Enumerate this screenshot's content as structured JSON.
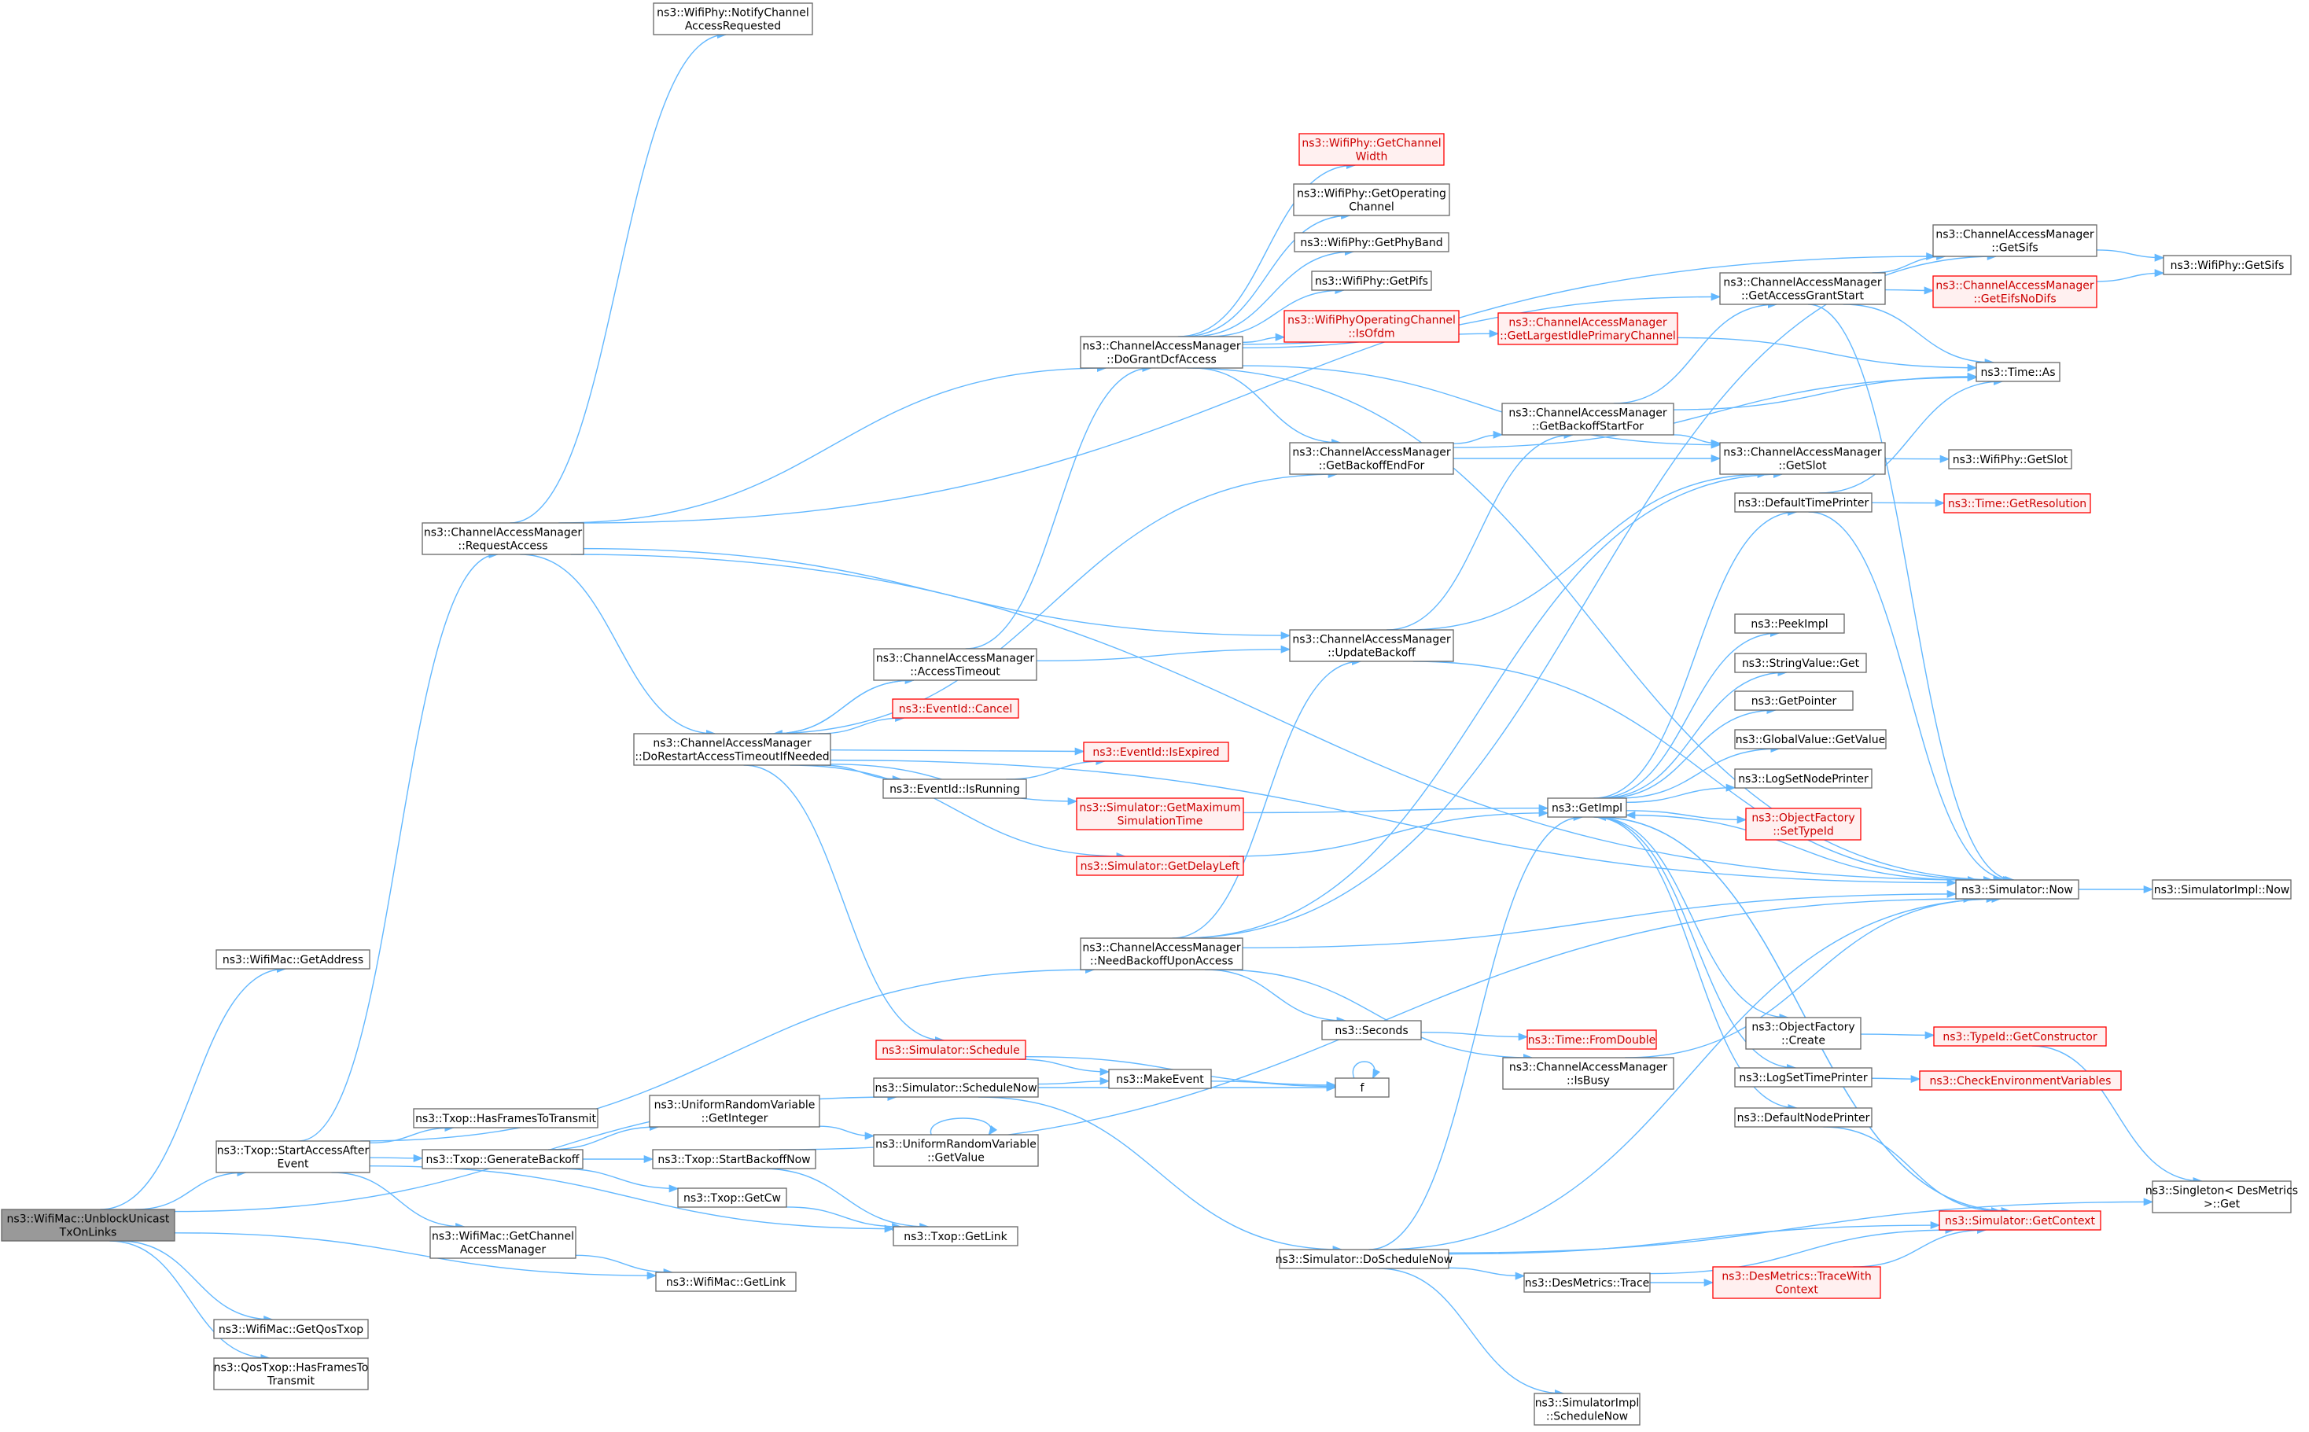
{
  "nodes": [
    {
      "id": "root",
      "lines": [
        "ns3::WifiMac::UnblockUnicast",
        "TxOnLinks"
      ],
      "kind": "root"
    },
    {
      "id": "getAddress",
      "lines": [
        "ns3::WifiMac::GetAddress"
      ]
    },
    {
      "id": "startAccess",
      "lines": [
        "ns3::Txop::StartAccessAfter",
        "Event"
      ]
    },
    {
      "id": "getQosTxop",
      "lines": [
        "ns3::WifiMac::GetQosTxop"
      ]
    },
    {
      "id": "qosHasFrames",
      "lines": [
        "ns3::QosTxop::HasFramesTo",
        "Transmit"
      ]
    },
    {
      "id": "getChannelAM",
      "lines": [
        "ns3::WifiMac::GetChannel",
        "AccessManager"
      ]
    },
    {
      "id": "getLink",
      "lines": [
        "ns3::WifiMac::GetLink"
      ]
    },
    {
      "id": "hasFrames",
      "lines": [
        "ns3::Txop::HasFramesToTransmit"
      ]
    },
    {
      "id": "genBackoff",
      "lines": [
        "ns3::Txop::GenerateBackoff"
      ]
    },
    {
      "id": "requestAccess",
      "lines": [
        "ns3::ChannelAccessManager",
        "::RequestAccess"
      ]
    },
    {
      "id": "notifyChannel",
      "lines": [
        "ns3::WifiPhy::NotifyChannel",
        "AccessRequested"
      ]
    },
    {
      "id": "doRestart",
      "lines": [
        "ns3::ChannelAccessManager",
        "::DoRestartAccessTimeoutIfNeeded"
      ]
    },
    {
      "id": "uniGetInt",
      "lines": [
        "ns3::UniformRandomVariable",
        "::GetInteger"
      ]
    },
    {
      "id": "uniGetValue",
      "lines": [
        "ns3::UniformRandomVariable",
        "::GetValue"
      ]
    },
    {
      "id": "startBackoffNow",
      "lines": [
        "ns3::Txop::StartBackoffNow"
      ]
    },
    {
      "id": "getCw",
      "lines": [
        "ns3::Txop::GetCw"
      ]
    },
    {
      "id": "txopGetLink",
      "lines": [
        "ns3::Txop::GetLink"
      ]
    },
    {
      "id": "accessTimeout",
      "lines": [
        "ns3::ChannelAccessManager",
        "::AccessTimeout"
      ]
    },
    {
      "id": "eventCancel",
      "lines": [
        "ns3::EventId::Cancel"
      ],
      "kind": "red"
    },
    {
      "id": "eventIsExpired",
      "lines": [
        "ns3::EventId::IsExpired"
      ],
      "kind": "red"
    },
    {
      "id": "eventIsRunning",
      "lines": [
        "ns3::EventId::IsRunning"
      ]
    },
    {
      "id": "simSchedule",
      "lines": [
        "ns3::Simulator::Schedule"
      ],
      "kind": "red"
    },
    {
      "id": "simScheduleNow",
      "lines": [
        "ns3::Simulator::ScheduleNow"
      ]
    },
    {
      "id": "doGrant",
      "lines": [
        "ns3::ChannelAccessManager",
        "::DoGrantDcfAccess"
      ]
    },
    {
      "id": "needBackoff",
      "lines": [
        "ns3::ChannelAccessManager",
        "::NeedBackoffUponAccess"
      ]
    },
    {
      "id": "simGetMax",
      "lines": [
        "ns3::Simulator::GetMaximum",
        "SimulationTime"
      ],
      "kind": "red"
    },
    {
      "id": "simGetDelay",
      "lines": [
        "ns3::Simulator::GetDelayLeft"
      ],
      "kind": "red"
    },
    {
      "id": "makeEvent",
      "lines": [
        "ns3::MakeEvent"
      ]
    },
    {
      "id": "simDoSchedNow",
      "lines": [
        "ns3::Simulator::DoScheduleNow"
      ]
    },
    {
      "id": "phyGetWidth",
      "lines": [
        "ns3::WifiPhy::GetChannel",
        "Width"
      ],
      "kind": "red"
    },
    {
      "id": "phyGetOpCh",
      "lines": [
        "ns3::WifiPhy::GetOperating",
        "Channel"
      ]
    },
    {
      "id": "phyGetBand",
      "lines": [
        "ns3::WifiPhy::GetPhyBand"
      ]
    },
    {
      "id": "phyGetPifs",
      "lines": [
        "ns3::WifiPhy::GetPifs"
      ]
    },
    {
      "id": "opIsOfdm",
      "lines": [
        "ns3::WifiPhyOperatingChannel",
        "::IsOfdm"
      ],
      "kind": "red"
    },
    {
      "id": "getBackoffEnd",
      "lines": [
        "ns3::ChannelAccessManager",
        "::GetBackoffEndFor"
      ]
    },
    {
      "id": "updateBackoff",
      "lines": [
        "ns3::ChannelAccessManager",
        "::UpdateBackoff"
      ]
    },
    {
      "id": "getLargestIdle",
      "lines": [
        "ns3::ChannelAccessManager",
        "::GetLargestIdlePrimaryChannel"
      ],
      "kind": "red"
    },
    {
      "id": "getBackoffStart",
      "lines": [
        "ns3::ChannelAccessManager",
        "::GetBackoffStartFor"
      ]
    },
    {
      "id": "seconds",
      "lines": [
        "ns3::Seconds"
      ]
    },
    {
      "id": "isBusy",
      "lines": [
        "ns3::ChannelAccessManager",
        "::IsBusy"
      ]
    },
    {
      "id": "getImpl",
      "lines": [
        "ns3::GetImpl"
      ]
    },
    {
      "id": "desTrace",
      "lines": [
        "ns3::DesMetrics::Trace"
      ]
    },
    {
      "id": "desTraceCtx",
      "lines": [
        "ns3::DesMetrics::TraceWith",
        "Context"
      ],
      "kind": "red"
    },
    {
      "id": "simImplSched",
      "lines": [
        "ns3::SimulatorImpl",
        "::ScheduleNow"
      ]
    },
    {
      "id": "timeFromDouble",
      "lines": [
        "ns3::Time::FromDouble"
      ],
      "kind": "red"
    },
    {
      "id": "fNode",
      "lines": [
        "f"
      ]
    },
    {
      "id": "getAccessGrant",
      "lines": [
        "ns3::ChannelAccessManager",
        "::GetAccessGrantStart"
      ]
    },
    {
      "id": "getSifs",
      "lines": [
        "ns3::ChannelAccessManager",
        "::GetSifs"
      ]
    },
    {
      "id": "getEifs",
      "lines": [
        "ns3::ChannelAccessManager",
        "::GetEifsNoDifs"
      ],
      "kind": "red"
    },
    {
      "id": "timeAs",
      "lines": [
        "ns3::Time::As"
      ]
    },
    {
      "id": "getSlot",
      "lines": [
        "ns3::ChannelAccessManager",
        "::GetSlot"
      ]
    },
    {
      "id": "defTimePrinter",
      "lines": [
        "ns3::DefaultTimePrinter"
      ]
    },
    {
      "id": "peekImpl",
      "lines": [
        "ns3::PeekImpl"
      ]
    },
    {
      "id": "strValGet",
      "lines": [
        "ns3::StringValue::Get"
      ]
    },
    {
      "id": "getPointer",
      "lines": [
        "ns3::GetPointer"
      ]
    },
    {
      "id": "globalGetVal",
      "lines": [
        "ns3::GlobalValue::GetValue"
      ]
    },
    {
      "id": "logSetNode",
      "lines": [
        "ns3::LogSetNodePrinter"
      ]
    },
    {
      "id": "objSetTypeId",
      "lines": [
        "ns3::ObjectFactory",
        "::SetTypeId"
      ],
      "kind": "red"
    },
    {
      "id": "objCreate",
      "lines": [
        "ns3::ObjectFactory",
        "::Create"
      ]
    },
    {
      "id": "logSetTime",
      "lines": [
        "ns3::LogSetTimePrinter"
      ]
    },
    {
      "id": "defNodePrinter",
      "lines": [
        "ns3::DefaultNodePrinter"
      ]
    },
    {
      "id": "simGetContext",
      "lines": [
        "ns3::Simulator::GetContext"
      ],
      "kind": "red"
    },
    {
      "id": "simNow",
      "lines": [
        "ns3::Simulator::Now"
      ]
    },
    {
      "id": "typeIdGetCtor",
      "lines": [
        "ns3::TypeId::GetConstructor"
      ],
      "kind": "red"
    },
    {
      "id": "checkEnv",
      "lines": [
        "ns3::CheckEnvironmentVariables"
      ],
      "kind": "red"
    },
    {
      "id": "phyGetSifs",
      "lines": [
        "ns3::WifiPhy::GetSifs"
      ]
    },
    {
      "id": "phyGetSlot",
      "lines": [
        "ns3::WifiPhy::GetSlot"
      ]
    },
    {
      "id": "timeGetRes",
      "lines": [
        "ns3::Time::GetResolution"
      ],
      "kind": "red"
    },
    {
      "id": "simImplNow",
      "lines": [
        "ns3::SimulatorImpl::Now"
      ]
    },
    {
      "id": "singletonGet",
      "lines": [
        "ns3::Singleton< DesMetrics",
        ">::Get"
      ]
    }
  ],
  "edges": [
    [
      "root",
      "getAddress"
    ],
    [
      "root",
      "startAccess"
    ],
    [
      "root",
      "getQosTxop"
    ],
    [
      "root",
      "qosHasFrames"
    ],
    [
      "root",
      "getLink"
    ],
    [
      "root",
      "simScheduleNow"
    ],
    [
      "startAccess",
      "requestAccess"
    ],
    [
      "startAccess",
      "needBackoff"
    ],
    [
      "startAccess",
      "hasFrames"
    ],
    [
      "startAccess",
      "genBackoff"
    ],
    [
      "startAccess",
      "getChannelAM"
    ],
    [
      "startAccess",
      "txopGetLink"
    ],
    [
      "getChannelAM",
      "getLink"
    ],
    [
      "genBackoff",
      "uniGetInt"
    ],
    [
      "genBackoff",
      "startBackoffNow"
    ],
    [
      "genBackoff",
      "getCw"
    ],
    [
      "uniGetInt",
      "uniGetValue"
    ],
    [
      "uniGetValue",
      "uniGetValue"
    ],
    [
      "startBackoffNow",
      "txopGetLink"
    ],
    [
      "startBackoffNow",
      "simNow"
    ],
    [
      "getCw",
      "txopGetLink"
    ],
    [
      "requestAccess",
      "notifyChannel"
    ],
    [
      "requestAccess",
      "getSifs"
    ],
    [
      "requestAccess",
      "doGrant"
    ],
    [
      "requestAccess",
      "simNow"
    ],
    [
      "requestAccess",
      "updateBackoff"
    ],
    [
      "requestAccess",
      "doRestart"
    ],
    [
      "doRestart",
      "getBackoffEnd"
    ],
    [
      "doRestart",
      "accessTimeout"
    ],
    [
      "doRestart",
      "eventCancel"
    ],
    [
      "doRestart",
      "eventIsExpired"
    ],
    [
      "doRestart",
      "eventIsRunning"
    ],
    [
      "doRestart",
      "simGetMax"
    ],
    [
      "doRestart",
      "simGetDelay"
    ],
    [
      "doRestart",
      "simNow"
    ],
    [
      "doRestart",
      "simSchedule"
    ],
    [
      "eventIsRunning",
      "eventIsExpired"
    ],
    [
      "accessTimeout",
      "doRestart"
    ],
    [
      "accessTimeout",
      "doGrant"
    ],
    [
      "accessTimeout",
      "updateBackoff"
    ],
    [
      "doGrant",
      "getAccessGrant"
    ],
    [
      "doGrant",
      "phyGetWidth"
    ],
    [
      "doGrant",
      "phyGetOpCh"
    ],
    [
      "doGrant",
      "phyGetBand"
    ],
    [
      "doGrant",
      "phyGetPifs"
    ],
    [
      "doGrant",
      "opIsOfdm"
    ],
    [
      "doGrant",
      "getLargestIdle"
    ],
    [
      "doGrant",
      "getBackoffEnd"
    ],
    [
      "doGrant",
      "getSlot"
    ],
    [
      "doGrant",
      "simNow"
    ],
    [
      "needBackoff",
      "getSifs"
    ],
    [
      "needBackoff",
      "updateBackoff"
    ],
    [
      "needBackoff",
      "simNow"
    ],
    [
      "needBackoff",
      "isBusy"
    ],
    [
      "needBackoff",
      "seconds"
    ],
    [
      "needBackoff",
      "getSlot"
    ],
    [
      "simGetMax",
      "getImpl"
    ],
    [
      "simGetDelay",
      "getImpl"
    ],
    [
      "simSchedule",
      "makeEvent"
    ],
    [
      "simSchedule",
      "fNode"
    ],
    [
      "simScheduleNow",
      "makeEvent"
    ],
    [
      "simScheduleNow",
      "fNode"
    ],
    [
      "simScheduleNow",
      "simDoSchedNow"
    ],
    [
      "makeEvent",
      "fNode"
    ],
    [
      "fNode",
      "fNode"
    ],
    [
      "simDoSchedNow",
      "getImpl"
    ],
    [
      "simDoSchedNow",
      "desTrace"
    ],
    [
      "simDoSchedNow",
      "simImplSched"
    ],
    [
      "simDoSchedNow",
      "simGetContext"
    ],
    [
      "simDoSchedNow",
      "singletonGet"
    ],
    [
      "simDoSchedNow",
      "simNow"
    ],
    [
      "desTrace",
      "desTraceCtx"
    ],
    [
      "desTrace",
      "simGetContext"
    ],
    [
      "desTraceCtx",
      "simGetContext"
    ],
    [
      "seconds",
      "timeFromDouble"
    ],
    [
      "isBusy",
      "simNow"
    ],
    [
      "getBackoffEnd",
      "getBackoffStart"
    ],
    [
      "getBackoffEnd",
      "getSlot"
    ],
    [
      "getBackoffEnd",
      "timeAs"
    ],
    [
      "getBackoffStart",
      "getAccessGrant"
    ],
    [
      "getBackoffStart",
      "getSlot"
    ],
    [
      "getBackoffStart",
      "timeAs"
    ],
    [
      "updateBackoff",
      "getBackoffStart"
    ],
    [
      "updateBackoff",
      "getSlot"
    ],
    [
      "updateBackoff",
      "simNow"
    ],
    [
      "getLargestIdle",
      "timeAs"
    ],
    [
      "getAccessGrant",
      "getSifs"
    ],
    [
      "getAccessGrant",
      "getEifs"
    ],
    [
      "getAccessGrant",
      "timeAs"
    ],
    [
      "getAccessGrant",
      "simNow"
    ],
    [
      "getSifs",
      "phyGetSifs"
    ],
    [
      "getEifs",
      "phyGetSifs"
    ],
    [
      "getSlot",
      "phyGetSlot"
    ],
    [
      "defTimePrinter",
      "timeAs"
    ],
    [
      "defTimePrinter",
      "timeGetRes"
    ],
    [
      "defTimePrinter",
      "simNow"
    ],
    [
      "getImpl",
      "defTimePrinter"
    ],
    [
      "getImpl",
      "peekImpl"
    ],
    [
      "getImpl",
      "strValGet"
    ],
    [
      "getImpl",
      "getPointer"
    ],
    [
      "getImpl",
      "globalGetVal"
    ],
    [
      "getImpl",
      "logSetNode"
    ],
    [
      "getImpl",
      "objSetTypeId"
    ],
    [
      "getImpl",
      "objCreate"
    ],
    [
      "getImpl",
      "logSetTime"
    ],
    [
      "getImpl",
      "defNodePrinter"
    ],
    [
      "getImpl",
      "simGetContext"
    ],
    [
      "objCreate",
      "typeIdGetCtor"
    ],
    [
      "logSetTime",
      "checkEnv"
    ],
    [
      "defNodePrinter",
      "simGetContext"
    ],
    [
      "simGetContext",
      "getImpl"
    ],
    [
      "simNow",
      "getImpl"
    ],
    [
      "simNow",
      "simImplNow"
    ],
    [
      "typeIdGetCtor",
      "singletonGet"
    ]
  ]
}
